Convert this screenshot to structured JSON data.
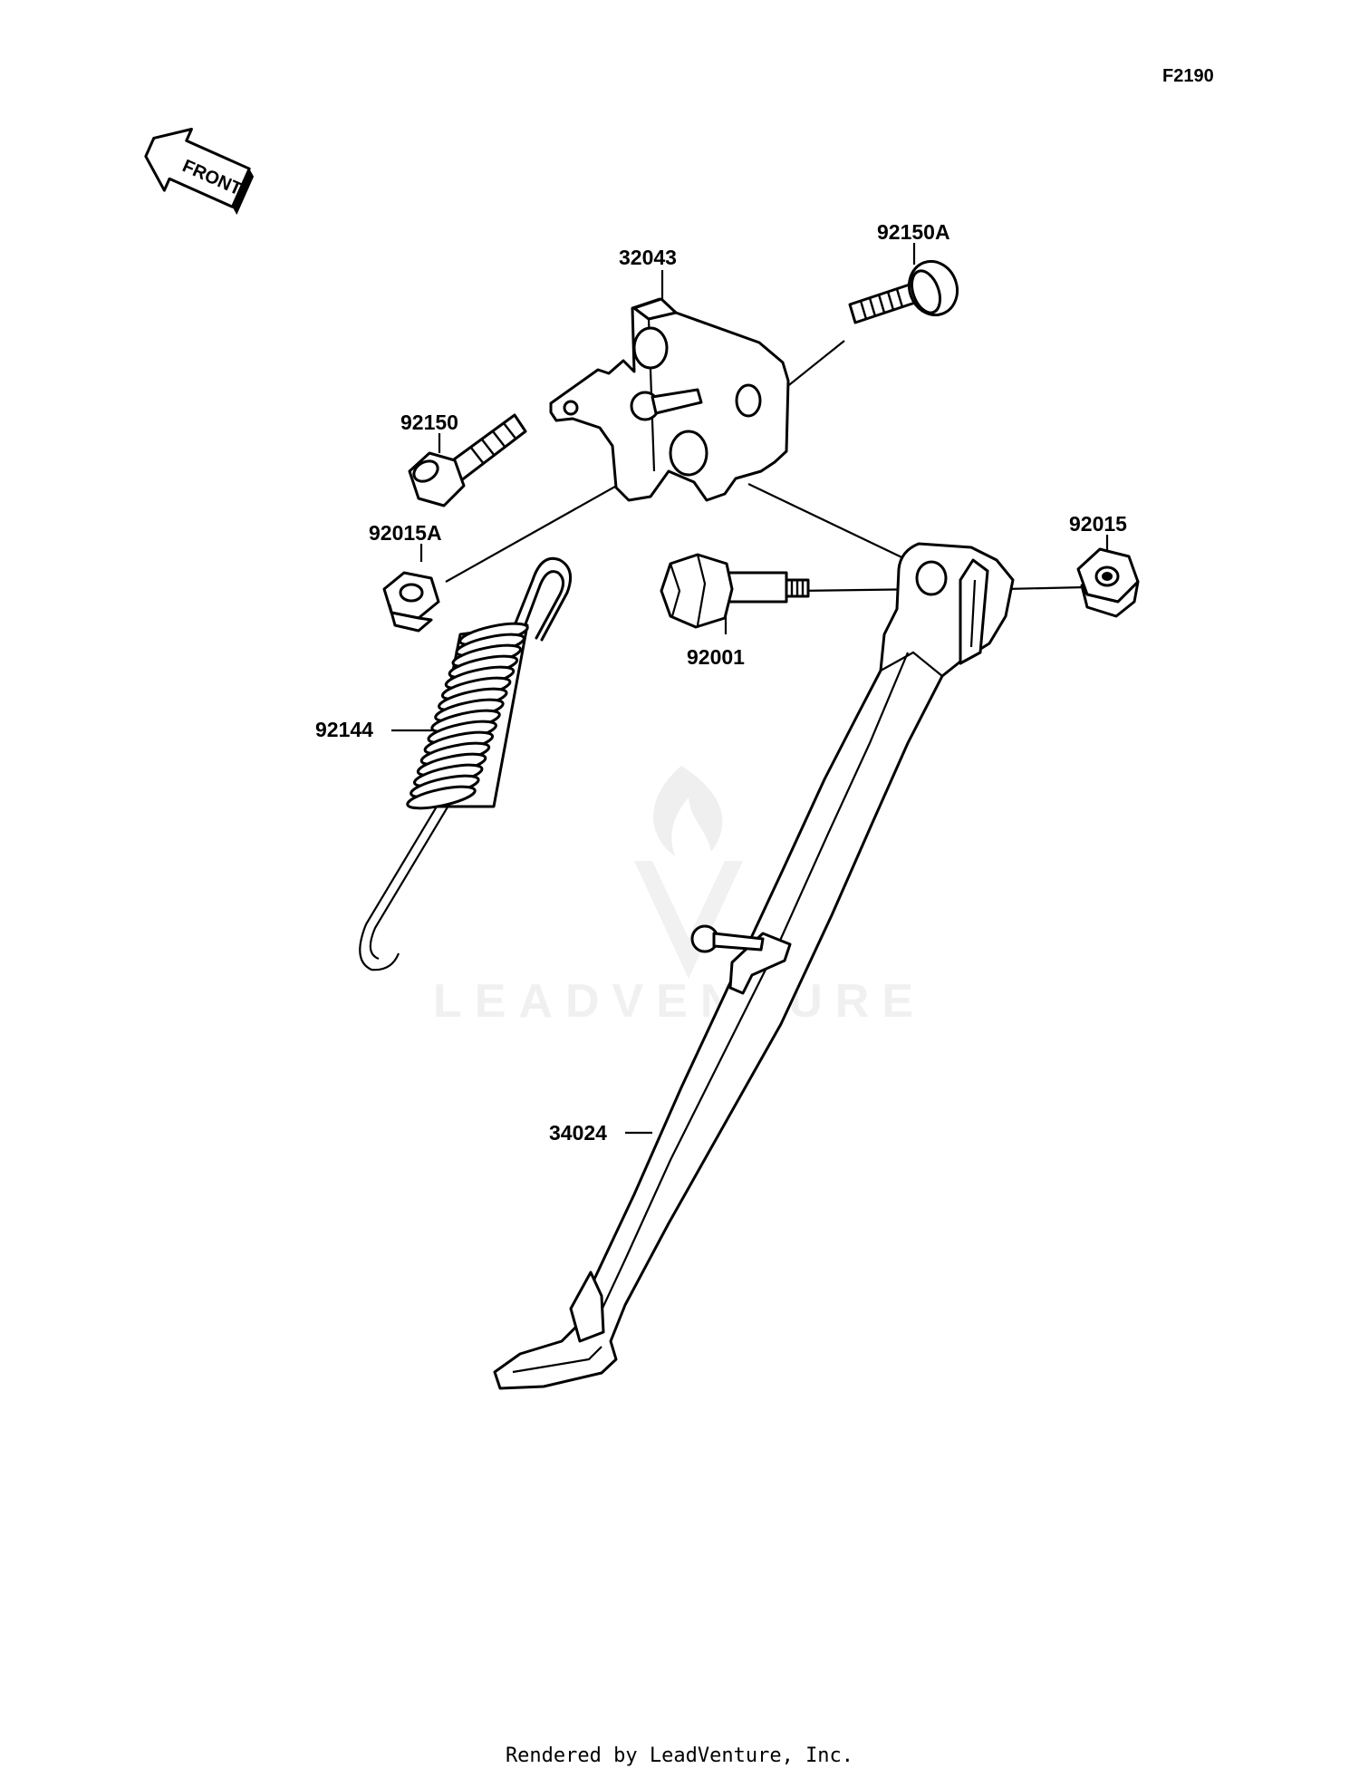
{
  "diagram": {
    "reference_code": "F2190",
    "front_label": "FRONT"
  },
  "parts": [
    {
      "number": "32043"
    },
    {
      "number": "92150A"
    },
    {
      "number": "92150"
    },
    {
      "number": "92015A"
    },
    {
      "number": "92015"
    },
    {
      "number": "92001"
    },
    {
      "number": "92144"
    },
    {
      "number": "34024"
    }
  ],
  "watermark": {
    "text": "LEADVENTURE"
  },
  "footer": {
    "text": "Rendered by LeadVenture, Inc."
  }
}
